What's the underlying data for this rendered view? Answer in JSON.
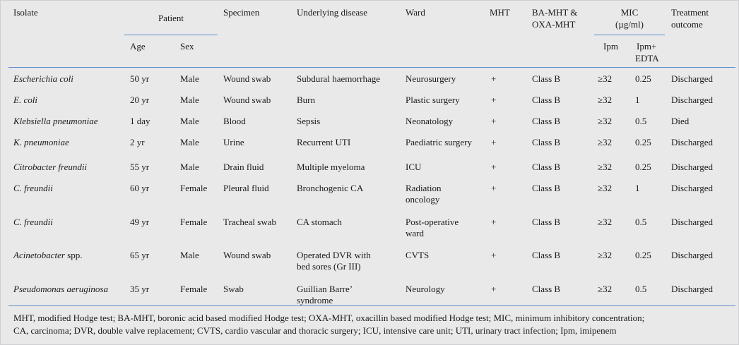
{
  "header": {
    "isolate": "Isolate",
    "patient": "Patient",
    "age": "Age",
    "sex": "Sex",
    "specimen": "Specimen",
    "disease": "Underlying disease",
    "ward": "Ward",
    "mht": "MHT",
    "ba_l1": "BA-MHT &",
    "ba_l2": "OXA-MHT",
    "mic_l1": "MIC",
    "mic_l2": "(µg/ml)",
    "ipm": "Ipm",
    "ipme_l1": "Ipm+",
    "ipme_l2": "EDTA",
    "outcome_l1": "Treatment",
    "outcome_l2": "outcome"
  },
  "rows": [
    {
      "name": "Escherichia coli",
      "suffix": "",
      "age": "50 yr",
      "sex": "Male",
      "specimen": "Wound swab",
      "disease1": "Subdural haemorrhage",
      "disease2": "",
      "ward1": "Neurosurgery",
      "ward2": "",
      "mht": "+",
      "ba": "Class B",
      "ipm": "≥32",
      "ipme": "0.25",
      "outcome": "Discharged"
    },
    {
      "name": "E. coli",
      "suffix": "",
      "age": "20 yr",
      "sex": "Male",
      "specimen": "Wound swab",
      "disease1": "Burn",
      "disease2": "",
      "ward1": "Plastic surgery",
      "ward2": "",
      "mht": "+",
      "ba": "Class B",
      "ipm": "≥32",
      "ipme": "1",
      "outcome": "Discharged"
    },
    {
      "name": "Klebsiella pneumoniae",
      "suffix": "",
      "age": "1 day",
      "sex": "Male",
      "specimen": "Blood",
      "disease1": "Sepsis",
      "disease2": "",
      "ward1": "Neonatology",
      "ward2": "",
      "mht": "+",
      "ba": "Class B",
      "ipm": "≥32",
      "ipme": "0.5",
      "outcome": "Died"
    },
    {
      "name": "K. pneumoniae",
      "suffix": "",
      "age": "2 yr",
      "sex": "Male",
      "specimen": "Urine",
      "disease1": "Recurrent UTI",
      "disease2": "",
      "ward1": "Paediatric surgery",
      "ward2": "",
      "mht": "+",
      "ba": "Class B",
      "ipm": "≥32",
      "ipme": "0.25",
      "outcome": "Discharged"
    },
    {
      "name": "Citrobacter freundii",
      "suffix": "",
      "age": "55 yr",
      "sex": "Male",
      "specimen": "Drain fluid",
      "disease1": "Multiple myeloma",
      "disease2": "",
      "ward1": "ICU",
      "ward2": "",
      "mht": "+",
      "ba": "Class B",
      "ipm": "≥32",
      "ipme": "0.25",
      "outcome": "Discharged"
    },
    {
      "name": "C. freundii",
      "suffix": "",
      "age": "60 yr",
      "sex": "Female",
      "specimen": "Pleural fluid",
      "disease1": "Bronchogenic CA",
      "disease2": "",
      "ward1": "Radiation",
      "ward2": "oncology",
      "mht": "+",
      "ba": "Class B",
      "ipm": "≥32",
      "ipme": "1",
      "outcome": "Discharged"
    },
    {
      "name": "C. freundii",
      "suffix": "",
      "age": "49 yr",
      "sex": "Female",
      "specimen": "Tracheal swab",
      "disease1": "CA stomach",
      "disease2": "",
      "ward1": "Post-operative",
      "ward2": "ward",
      "mht": "+",
      "ba": "Class B",
      "ipm": "≥32",
      "ipme": "0.5",
      "outcome": "Discharged"
    },
    {
      "name": "Acinetobacter",
      "suffix": " spp.",
      "age": "65 yr",
      "sex": "Male",
      "specimen": "Wound swab",
      "disease1": "Operated DVR with",
      "disease2": "bed sores (Gr III)",
      "ward1": "CVTS",
      "ward2": "",
      "mht": "+",
      "ba": "Class B",
      "ipm": "≥32",
      "ipme": "0.25",
      "outcome": "Discharged"
    },
    {
      "name": "Pseudomonas aeruginosa",
      "suffix": "",
      "age": "35 yr",
      "sex": "Female",
      "specimen": "Swab",
      "disease1": "Guillian Barre’",
      "disease2": "syndrome",
      "ward1": "Neurology",
      "ward2": "",
      "mht": "+",
      "ba": "Class B",
      "ipm": "≥32",
      "ipme": "0.5",
      "outcome": "Discharged"
    }
  ],
  "footnote_line1": "MHT, modified Hodge test; BA-MHT, boronic acid based modified Hodge test; OXA-MHT, oxacillin based modified Hodge test; MIC, minimum inhibitory concentration;",
  "footnote_line2": "CA, carcinoma; DVR, double valve replacement; CVTS, cardio vascular and thoracic surgery; ICU, intensive care unit; UTI, urinary tract infection; Ipm, imipenem"
}
